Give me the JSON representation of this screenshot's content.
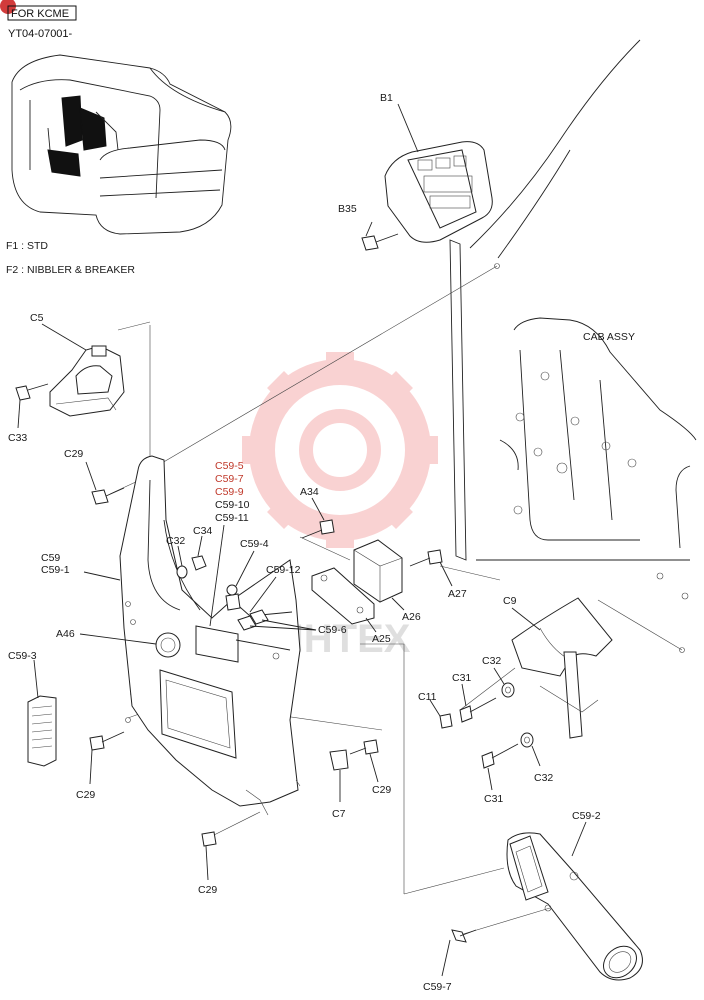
{
  "header": {
    "box_label": "FOR KCME",
    "serial": "YT04-07001-"
  },
  "legend": {
    "f1": "F1 :  STD",
    "f2": "F2 :  NIBBLER & BREAKER"
  },
  "labels": {
    "B1": "B1",
    "B35": "B35",
    "CAB": "CAB ASSY",
    "C5": "C5",
    "C33": "C33",
    "C29a": "C29",
    "C59_5": "C59-5",
    "C59_7a": "C59-7",
    "C59_9": "C59-9",
    "C59_10": "C59-10",
    "C59_11": "C59-11",
    "A34": "A34",
    "C32a": "C32",
    "C34": "C34",
    "C59_4": "C59-4",
    "C59": "C59",
    "C59_1": "C59-1",
    "C59_12": "C59-12",
    "A27": "A27",
    "A26": "A26",
    "C59_6": "C59-6",
    "A25": "A25",
    "C9": "C9",
    "A46": "A46",
    "C59_3": "C59-3",
    "C32b": "C32",
    "C31a": "C31",
    "C11": "C11",
    "C29b": "C29",
    "C29c": "C29",
    "C7": "C7",
    "C32c": "C32",
    "C31b": "C31",
    "C59_2": "C59-2",
    "C29d": "C29",
    "C59_7b": "C59-7"
  },
  "watermark": "ИНТЕХ",
  "colors": {
    "line": "#222222",
    "watermark": "#f2a0a0",
    "red_label": "#c0392b"
  }
}
